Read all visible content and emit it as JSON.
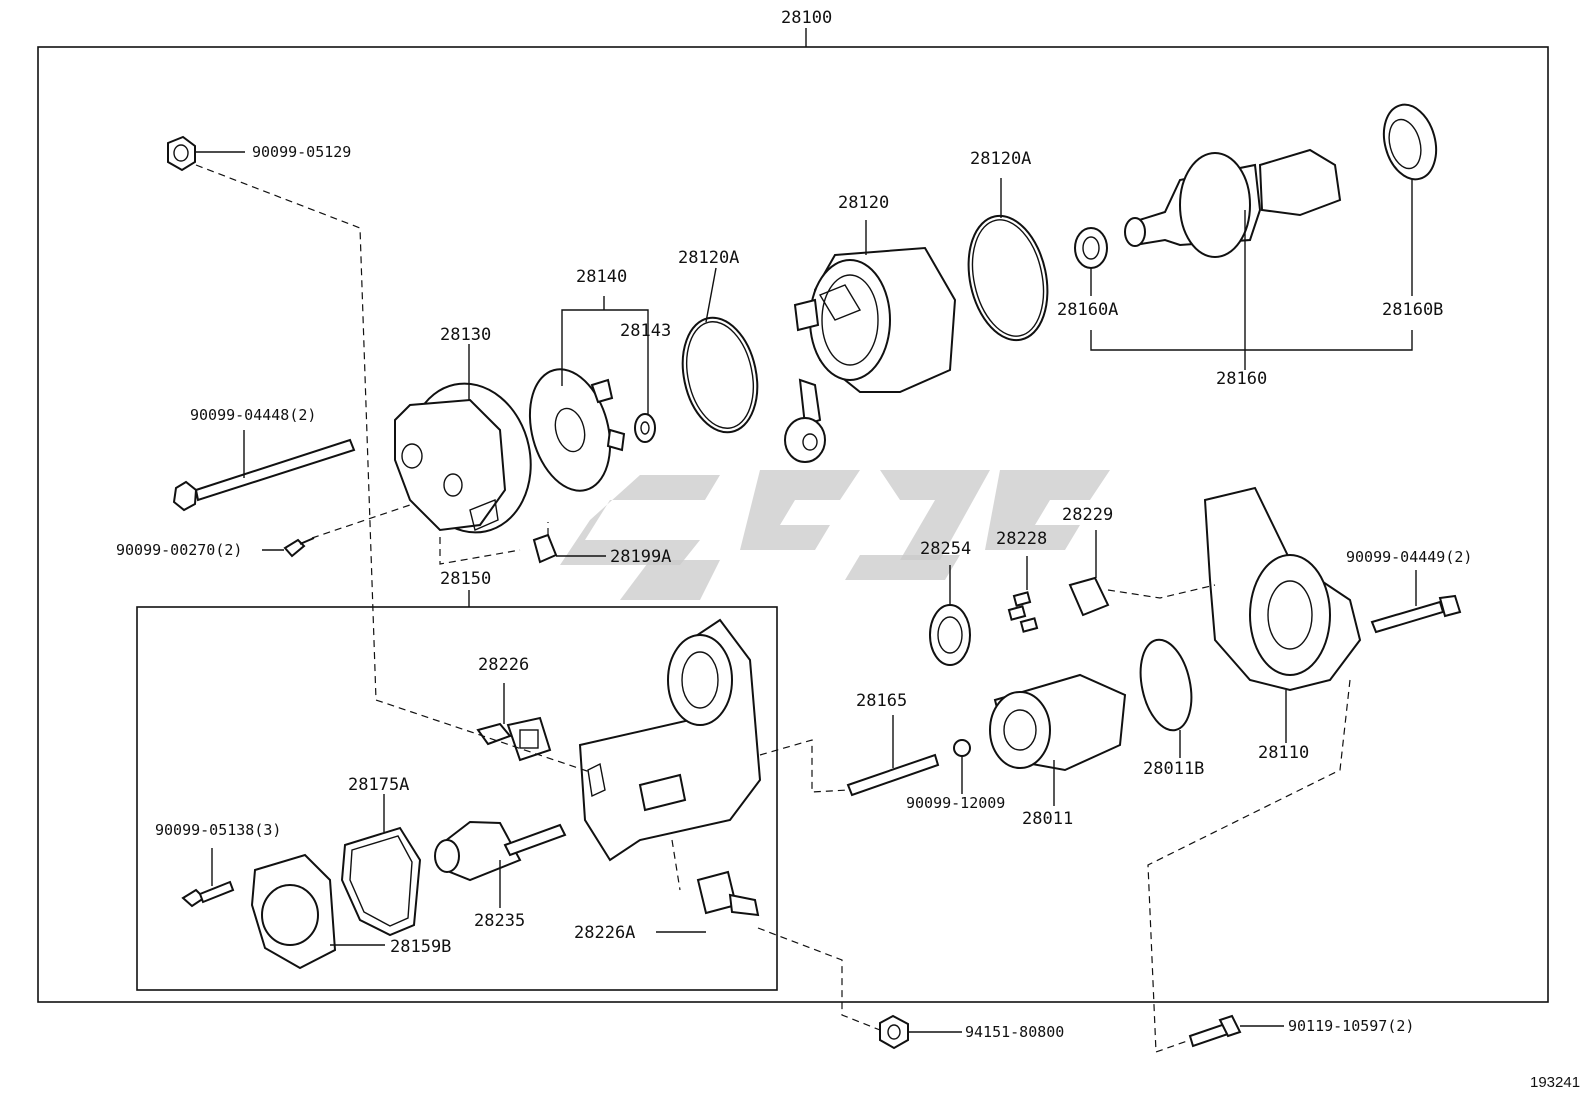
{
  "diagram": {
    "labels": {
      "assembly": "28100",
      "bolt_top_left": "90099-05129",
      "through_bolt": "90099-04448(2)",
      "screw": "90099-00270(2)",
      "end_frame": "28130",
      "brush_holder": "28140",
      "brush_spring": "28143",
      "oring_left": "28120A",
      "yoke": "28120",
      "oring_right": "28120A",
      "bearing_front": "28160A",
      "bearing_rear": "28160B",
      "armature": "28160",
      "plug": "28199A",
      "magnetic_switch": "28150",
      "terminal_1": "28226",
      "terminal_2": "28226A",
      "gasket": "28175A",
      "plunger": "28235",
      "cover": "28159B",
      "cover_screw": "90099-05138(3)",
      "gear": "28254",
      "roller": "28228",
      "retainer": "28229",
      "spring": "28165",
      "ball": "90099-12009",
      "clutch": "28011",
      "oring_housing": "28011B",
      "housing": "28110",
      "housing_bolt": "90099-04449(2)",
      "nut_bottom": "94151-80800",
      "bolt_bottom": "90119-10597(2)"
    },
    "figure_number": "193241"
  }
}
